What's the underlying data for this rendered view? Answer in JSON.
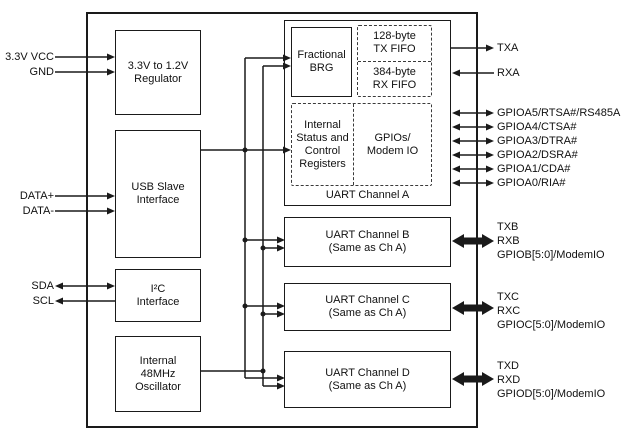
{
  "colors": {
    "background": "#ffffff",
    "line": "#1a1a1a",
    "text": "#111111"
  },
  "chip": {
    "blocks": {
      "regulator": "3.3V to 1.2V\nRegulator",
      "usb": "USB Slave\nInterface",
      "i2c": "I²C\nInterface",
      "oscillator": "Internal\n48MHz\nOscillator",
      "brg": "Fractional\nBRG",
      "tx_fifo": "128-byte\nTX FIFO",
      "rx_fifo": "384-byte\nRX FIFO",
      "status_registers": "Internal\nStatus and\nControl\nRegisters",
      "gpio_modem": "GPIOs/\nModem IO",
      "channel_a": "UART Channel A",
      "channel_b": "UART Channel B\n(Same as Ch A)",
      "channel_c": "UART Channel C\n(Same as Ch A)",
      "channel_d": "UART Channel D\n(Same as Ch A)"
    }
  },
  "pins": {
    "left": {
      "vcc": "3.3V VCC",
      "gnd": "GND",
      "data_plus": "DATA+",
      "data_minus": "DATA-",
      "sda": "SDA",
      "scl": "SCL"
    },
    "right": {
      "txa": "TXA",
      "rxa": "RXA",
      "gpioa5": "GPIOA5/RTSA#/RS485A",
      "gpioa4": "GPIOA4/CTSA#",
      "gpioa3": "GPIOA3/DTRA#",
      "gpioa2": "GPIOA2/DSRA#",
      "gpioa1": "GPIOA1/CDA#",
      "gpioa0": "GPIOA0/RIA#",
      "txb": "TXB",
      "rxb": "RXB",
      "gpiob": "GPIOB[5:0]/ModemIO",
      "txc": "TXC",
      "rxc": "RXC",
      "gpioc": "GPIOC[5:0]/ModemIO",
      "txd": "TXD",
      "rxd": "RXD",
      "gpiod": "GPIOD[5:0]/ModemIO"
    }
  }
}
